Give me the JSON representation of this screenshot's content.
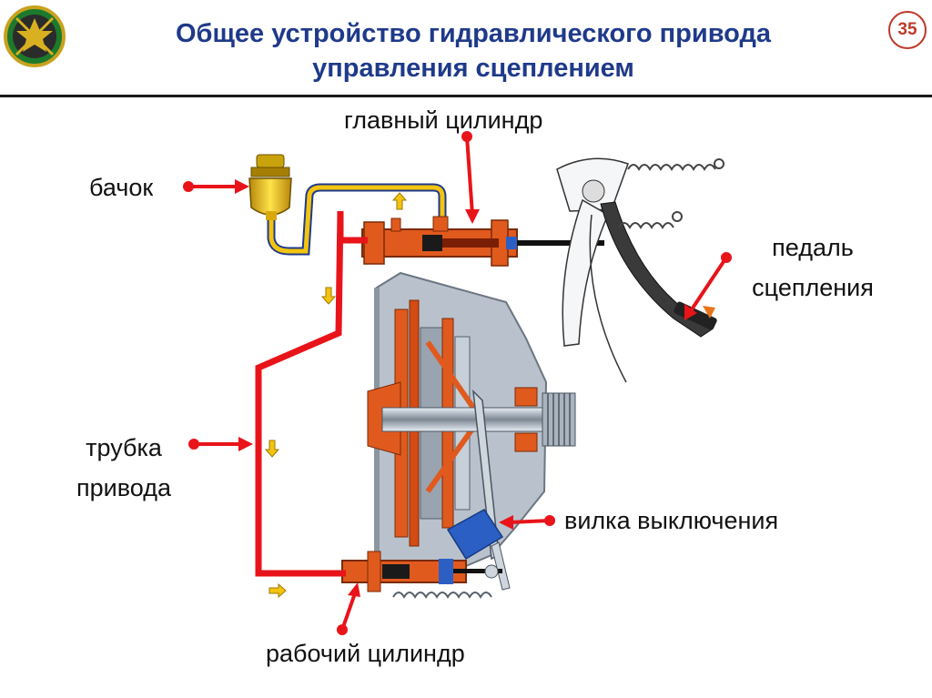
{
  "header": {
    "title_line1": "Общее устройство гидравлического привода",
    "title_line2": "управления сцеплением",
    "page_number": "35"
  },
  "labels": {
    "master_cylinder": "главный цилиндр",
    "reservoir": "бачок",
    "pedal_line1": "педаль",
    "pedal_line2": "сцепления",
    "pipe_line1": "трубка",
    "pipe_line2": "привода",
    "release_fork": "вилка выключения",
    "slave_cylinder": "рабочий цилиндр"
  },
  "icons": {
    "emblem": "military-emblem-icon"
  },
  "colors": {
    "title": "#1f3a8a",
    "pipe_red": "#e8141a",
    "pointer_red": "#e8141a",
    "part_orange": "#e05a1e",
    "reservoir_yellow": "#f2c40f",
    "housing_gray": "#b9c2cc",
    "bearing_blue": "#2b5fc4"
  }
}
